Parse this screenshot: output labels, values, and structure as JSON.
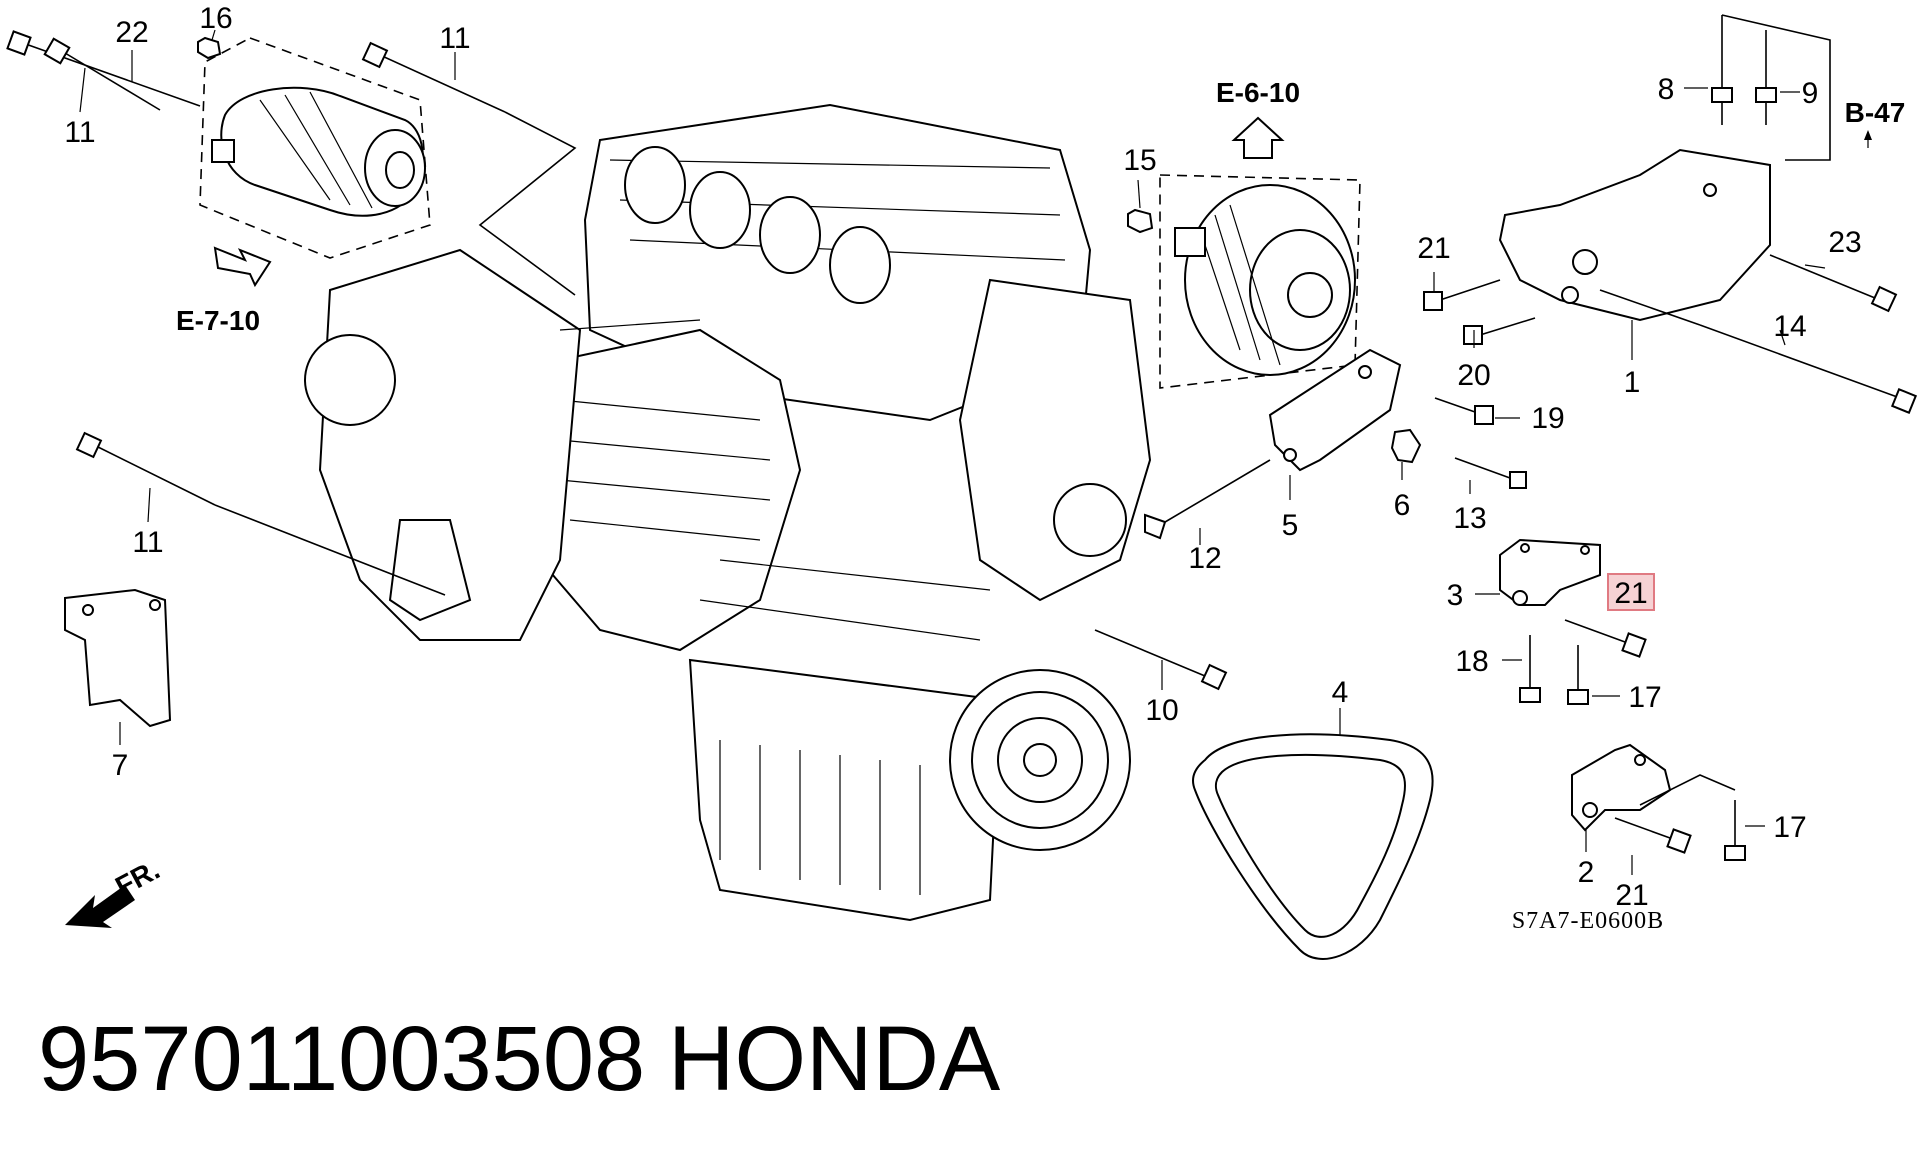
{
  "diagram": {
    "callouts": {
      "c1": "1",
      "c2": "2",
      "c3": "3",
      "c4": "4",
      "c5": "5",
      "c6": "6",
      "c7": "7",
      "c8": "8",
      "c9": "9",
      "c10": "10",
      "c11a": "11",
      "c11b": "11",
      "c11c": "11",
      "c12": "12",
      "c13": "13",
      "c14": "14",
      "c15": "15",
      "c16": "16",
      "c17a": "17",
      "c17b": "17",
      "c18": "18",
      "c19": "19",
      "c20": "20",
      "c21a": "21",
      "c21b": "21",
      "c21c": "21",
      "c22": "22",
      "c23": "23"
    },
    "highlighted_callout": "21",
    "highlight_color": "#f6d2d4",
    "refs": {
      "starter": "E-7-10",
      "alternator": "E-6-10",
      "bracket": "B-47"
    },
    "front_label": "FR.",
    "diagram_code": "S7A7-E0600B"
  },
  "caption": {
    "part_number": "957011003508",
    "brand": "HONDA"
  }
}
